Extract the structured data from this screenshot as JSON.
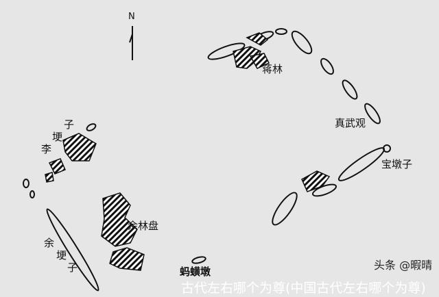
{
  "north": "N",
  "sites": {
    "jianglin": "蒋林",
    "zhenwuguan": "真武观",
    "baodunzi": "宝墩子",
    "ligengzi": [
      "子",
      "埂",
      "李"
    ],
    "yulinpan": "余林盘",
    "yugengzi": [
      "余",
      "埂",
      "子"
    ],
    "mahuangdun": "蚂蟥墩"
  },
  "caption": "古代左右哪个为尊(中国古代左右哪个为尊)",
  "watermark": "头条 @暇晴"
}
